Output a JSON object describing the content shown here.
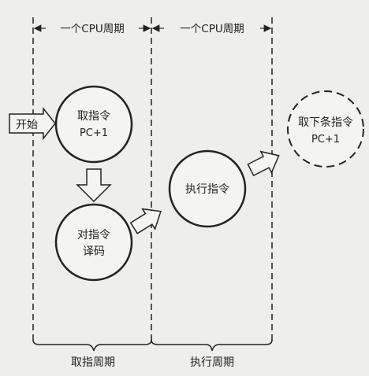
{
  "span_labels": {
    "cycle_1": "一个CPU周期",
    "cycle_2": "一个CPU周期"
  },
  "nodes": {
    "start": "开始",
    "fetch": {
      "line1": "取指令",
      "line2": "PC+1"
    },
    "decode": {
      "line1": "对指令",
      "line2": "译码"
    },
    "execute": "执行指令",
    "next": {
      "line1": "取下条指令",
      "line2": "PC+1"
    }
  },
  "bottom_labels": {
    "fetch_cycle": "取指周期",
    "execute_cycle": "执行周期"
  },
  "colors": {
    "line": "#222222",
    "background": "#eeeeec"
  }
}
